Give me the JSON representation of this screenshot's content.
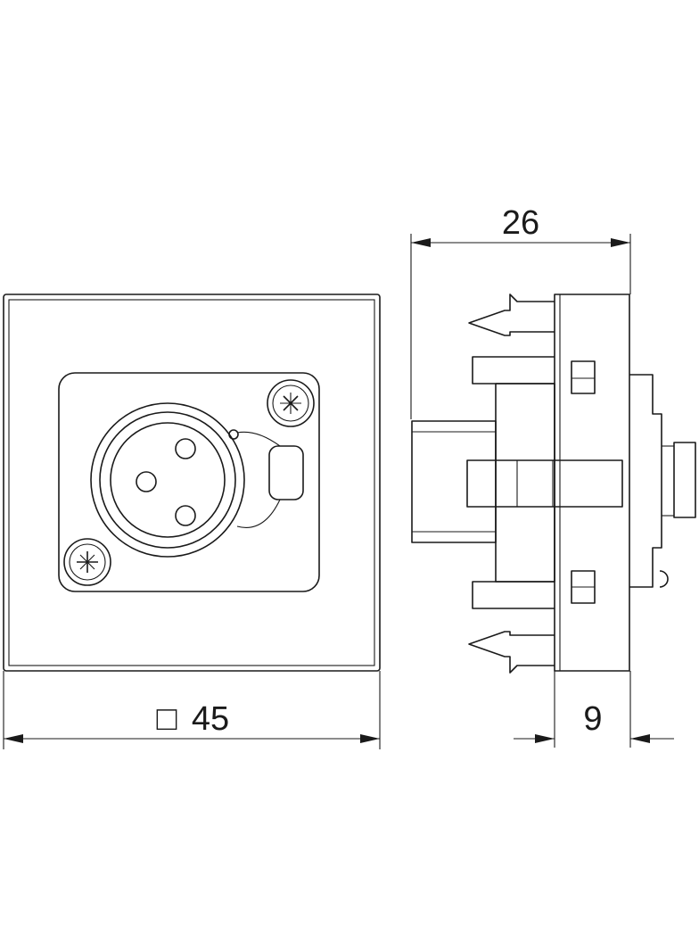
{
  "dimensions": {
    "front_width": {
      "symbol": "□",
      "value": "45"
    },
    "side_depth": {
      "value": "26"
    },
    "side_front_depth": {
      "value": "9"
    }
  },
  "colors": {
    "line": "#1a1a1a",
    "background": "#ffffff"
  }
}
